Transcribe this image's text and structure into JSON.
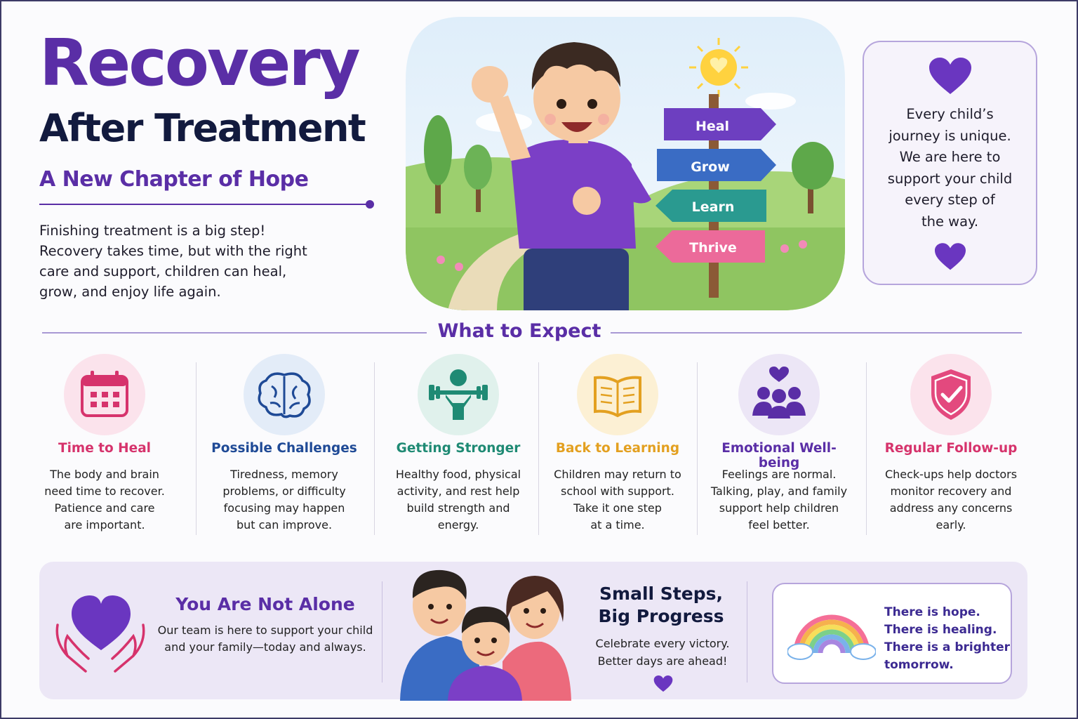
{
  "header": {
    "title": "Recovery",
    "subtitle": "After Treatment",
    "tagline": "A New Chapter of Hope",
    "intro": "Finishing treatment is a big step! Recovery takes time, but with the right care and support, children can heal, grow, and enjoy life again."
  },
  "signpost": {
    "signs": [
      "Heal",
      "Grow",
      "Learn",
      "Thrive"
    ]
  },
  "quote_card": {
    "lines": [
      "Every child’s",
      "journey is unique.",
      "We are here to",
      "support your child",
      "every step of",
      "the way."
    ]
  },
  "expect": {
    "heading": "What to Expect",
    "cards": [
      {
        "title": "Time to Heal",
        "lines": [
          "The body and brain",
          "need time to recover.",
          "Patience and care",
          "are important."
        ],
        "icon": "calendar-icon",
        "color": "#d6336c",
        "bg": "#fbe3ec"
      },
      {
        "title": "Possible Challenges",
        "lines": [
          "Tiredness, memory",
          "problems, or difficulty",
          "focusing may happen",
          "but can improve."
        ],
        "icon": "brain-icon",
        "color": "#1f4a96",
        "bg": "#e3ecf8"
      },
      {
        "title": "Getting Stronger",
        "lines": [
          "Healthy food, physical",
          "activity, and rest help",
          "build strength and",
          "energy."
        ],
        "icon": "weightlifter-icon",
        "color": "#1f8a74",
        "bg": "#e0f1ec"
      },
      {
        "title": "Back to Learning",
        "lines": [
          "Children may return to",
          "school with support.",
          "Take it one step",
          "at a time."
        ],
        "icon": "open-book-icon",
        "color": "#e3a020",
        "bg": "#fcf0d4"
      },
      {
        "title": "Emotional Well-being",
        "lines": [
          "Feelings are normal.",
          "Talking, play, and family",
          "support help children",
          "feel better."
        ],
        "icon": "family-heart-icon",
        "color": "#5a2ea6",
        "bg": "#ece6f6"
      },
      {
        "title": "Regular Follow-up",
        "lines": [
          "Check-ups help doctors",
          "monitor recovery and",
          "address any concerns",
          "early."
        ],
        "icon": "shield-check-icon",
        "color": "#d6336c",
        "bg": "#fbe3ec"
      }
    ]
  },
  "bottom": {
    "not_alone_title": "You Are Not Alone",
    "not_alone_lines": [
      "Our team is here to support your child",
      "and your family—today and always."
    ],
    "small_steps_lines": [
      "Small Steps,",
      "Big Progress"
    ],
    "small_steps_body": [
      "Celebrate every victory.",
      "Better days are ahead!"
    ],
    "hope_lines": [
      "There is hope.",
      "There is healing.",
      "There is a brighter",
      "tomorrow."
    ]
  },
  "colors": {
    "brand_purple": "#5a2ea6",
    "navy": "#121a3e",
    "pink": "#d6336c",
    "blue": "#1f4a96",
    "teal": "#1f8a74",
    "gold": "#e3a020"
  }
}
